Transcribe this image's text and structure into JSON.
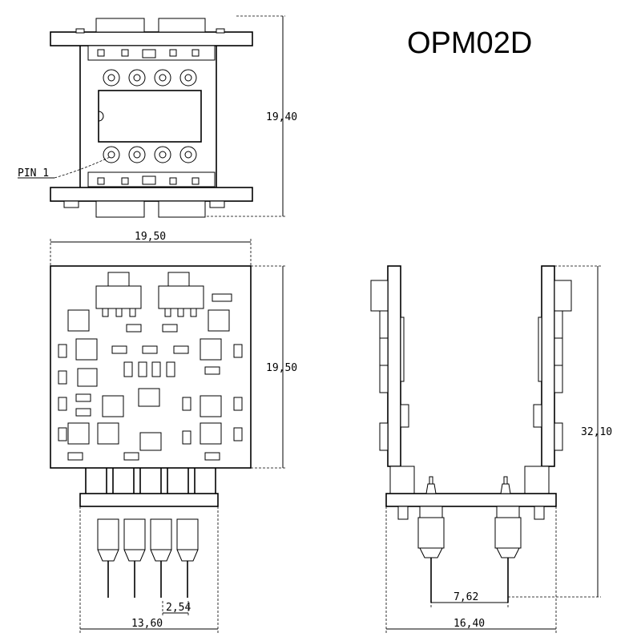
{
  "title": "OPM02D",
  "labels": {
    "pin1": "PIN 1"
  },
  "dimensions": {
    "top_height": "19,40",
    "front_width": "19,50",
    "front_height": "19,50",
    "pin_pitch": "2,54",
    "pin_span": "13,60",
    "side_height": "32,10",
    "side_pin_spacing": "7,62",
    "side_width": "16,40"
  }
}
